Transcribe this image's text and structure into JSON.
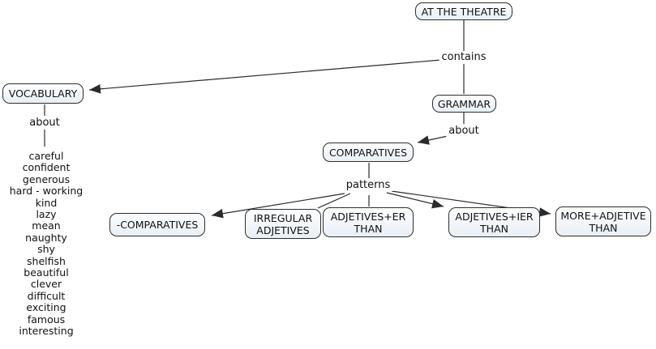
{
  "diagram": {
    "background": "#ffffff",
    "line_color": "#2b2b2b",
    "node_fill_top": "#fdfeff",
    "node_fill_bottom": "#e9eff5",
    "node_border": "#2e2e2e"
  },
  "nodes": {
    "theatre": "AT THE THEATRE",
    "vocabulary": "VOCABULARY",
    "grammar": "GRAMMAR",
    "comparatives": "COMPARATIVES",
    "minus_comparatives": "-COMPARATIVES",
    "irregular_adjetives": "IRREGULAR\nADJETIVES",
    "adjetives_er_than": "ADJETIVES+ER\nTHAN",
    "adjetives_ier_than": "ADJETIVES+IER\nTHAN",
    "more_adjetive_than": "MORE+ADJETIVE\nTHAN"
  },
  "links": {
    "contains": "contains",
    "about_vocabulary": "about",
    "about_grammar": "about",
    "patterns": "patterns"
  },
  "vocabulary_list": [
    "careful",
    "confident",
    "generous",
    "hard - working",
    "kind",
    "lazy",
    "mean",
    "naughty",
    "shy",
    "shelfish",
    "beautiful",
    "clever",
    "difficult",
    "exciting",
    "famous",
    "interesting"
  ]
}
